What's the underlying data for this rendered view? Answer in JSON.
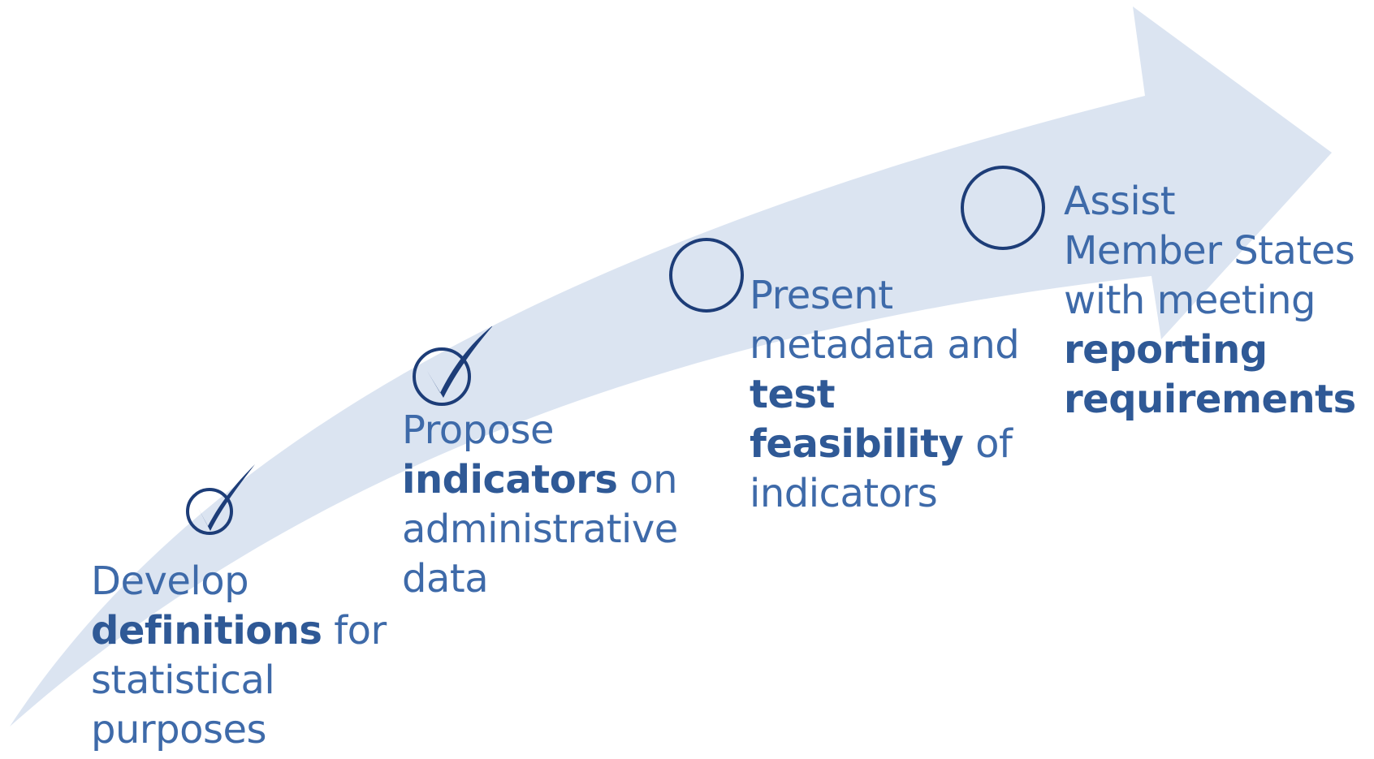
{
  "colors": {
    "arrow_fill": "#dbe4f1",
    "text": "#3e6aa9",
    "text_bold": "#2f5996",
    "circle_stroke": "#1d3d78"
  },
  "steps": [
    {
      "status": "done",
      "icon": "checkmark-circle-icon",
      "lines": [
        [
          {
            "t": "Develop",
            "b": false
          }
        ],
        [
          {
            "t": "definitions",
            "b": true
          },
          {
            "t": " for",
            "b": false
          }
        ],
        [
          {
            "t": "statistical",
            "b": false
          }
        ],
        [
          {
            "t": "purposes",
            "b": false
          }
        ]
      ]
    },
    {
      "status": "done",
      "icon": "checkmark-circle-icon",
      "lines": [
        [
          {
            "t": "Propose",
            "b": false
          }
        ],
        [
          {
            "t": "indicators",
            "b": true
          },
          {
            "t": " on",
            "b": false
          }
        ],
        [
          {
            "t": "administrative",
            "b": false
          }
        ],
        [
          {
            "t": "data",
            "b": false
          }
        ]
      ]
    },
    {
      "status": "pending",
      "icon": "empty-circle-icon",
      "lines": [
        [
          {
            "t": "Present",
            "b": false
          }
        ],
        [
          {
            "t": "metadata and",
            "b": false
          }
        ],
        [
          {
            "t": "test",
            "b": true
          }
        ],
        [
          {
            "t": "feasibility",
            "b": true
          },
          {
            "t": " of",
            "b": false
          }
        ],
        [
          {
            "t": "indicators",
            "b": false
          }
        ]
      ]
    },
    {
      "status": "pending",
      "icon": "empty-circle-icon",
      "lines": [
        [
          {
            "t": "Assist",
            "b": false
          }
        ],
        [
          {
            "t": "Member States",
            "b": false
          }
        ],
        [
          {
            "t": "with meeting",
            "b": false
          }
        ],
        [
          {
            "t": "reporting",
            "b": true
          }
        ],
        [
          {
            "t": "requirements",
            "b": true
          }
        ]
      ]
    }
  ]
}
